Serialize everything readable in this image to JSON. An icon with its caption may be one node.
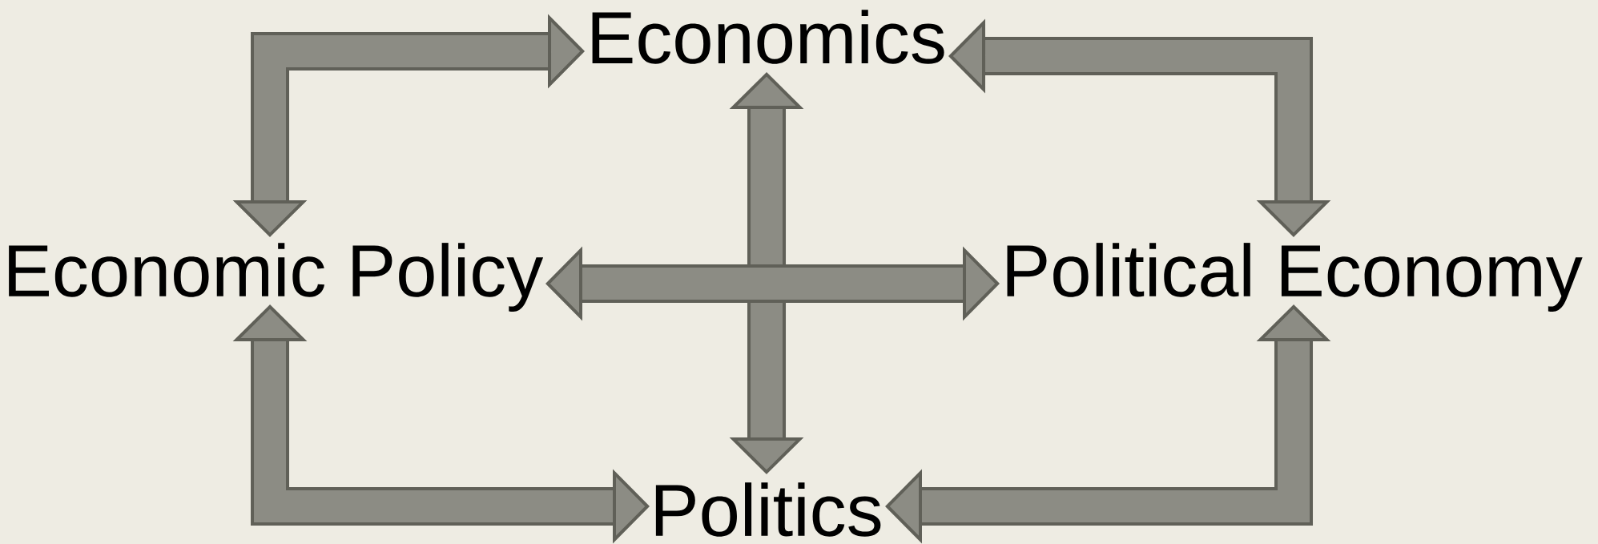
{
  "diagram": {
    "nodes": [
      {
        "text": [
          "Economics"
        ]
      },
      {
        "text": [
          "Economic Policy"
        ]
      },
      {
        "text": [
          "Political Economy"
        ]
      },
      {
        "text": [
          "Politics"
        ]
      }
    ],
    "edges": [
      {
        "from": 0,
        "to": 3,
        "arrow": "both"
      },
      {
        "from": 1,
        "to": 2,
        "arrow": "both"
      },
      {
        "from": 1,
        "to": 0,
        "arrow": "both"
      },
      {
        "from": 0,
        "to": 2,
        "arrow": "both"
      },
      {
        "from": 1,
        "to": 3,
        "arrow": "both"
      },
      {
        "from": 3,
        "to": 2,
        "arrow": "both"
      }
    ]
  }
}
